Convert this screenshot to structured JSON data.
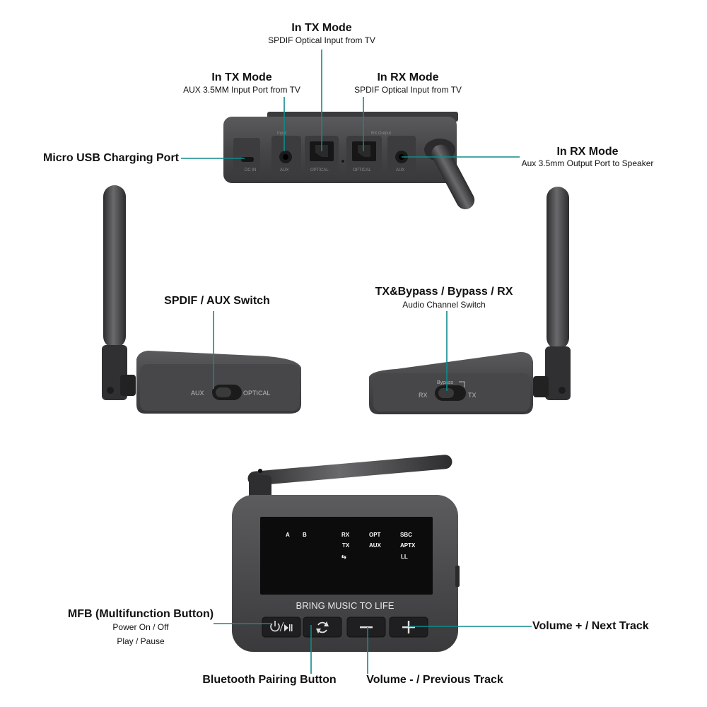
{
  "callouts": {
    "tx_optical": {
      "title": "In TX Mode",
      "subtitle": "SPDIF Optical Input from TV"
    },
    "tx_aux": {
      "title": "In TX Mode",
      "subtitle": "AUX 3.5MM Input Port from TV"
    },
    "rx_optical": {
      "title": "In RX Mode",
      "subtitle": "SPDIF Optical Input from TV"
    },
    "rx_aux": {
      "title": "In RX Mode",
      "subtitle": "Aux 3.5mm Output Port to Speaker"
    },
    "usb": {
      "title": "Micro USB Charging Port"
    },
    "spdif_aux_switch": {
      "title": "SPDIF / AUX Switch"
    },
    "channel_switch": {
      "title": "TX&Bypass / Bypass / RX",
      "subtitle": "Audio Channel Switch"
    },
    "mfb": {
      "title": "MFB (Multifunction Button)",
      "line1": "Power On / Off",
      "line2": "Play / Pause"
    },
    "pairing": {
      "title": "Bluetooth Pairing Button"
    },
    "vol_down": {
      "title": "Volume - / Previous Track"
    },
    "vol_up": {
      "title": "Volume + / Next Track"
    }
  },
  "device_markings": {
    "dc_in": "DC IN",
    "aux": "AUX",
    "optical": "OPTICAL",
    "input": "Input",
    "rx_output": "RX Output",
    "switch_aux": "AUX",
    "switch_optical": "OPTICAL",
    "switch_rx": "RX",
    "switch_tx": "TX",
    "switch_bypass": "Bypass",
    "slogan": "BRING MUSIC TO LIFE"
  },
  "display": {
    "a": "A",
    "b": "B",
    "rx": "RX",
    "tx": "TX",
    "link": "⇆",
    "opt": "OPT",
    "aux": "AUX",
    "sbc": "SBC",
    "aptx": "APTX",
    "ll": "LL"
  },
  "icons": [
    "power-play-icon",
    "refresh-icon",
    "minus-icon",
    "plus-icon"
  ],
  "colors": {
    "accent_line": "#0e8a8a",
    "device_body": "#4a4a4c",
    "device_dark": "#2f2f31",
    "screen": "#0c0c0c"
  }
}
